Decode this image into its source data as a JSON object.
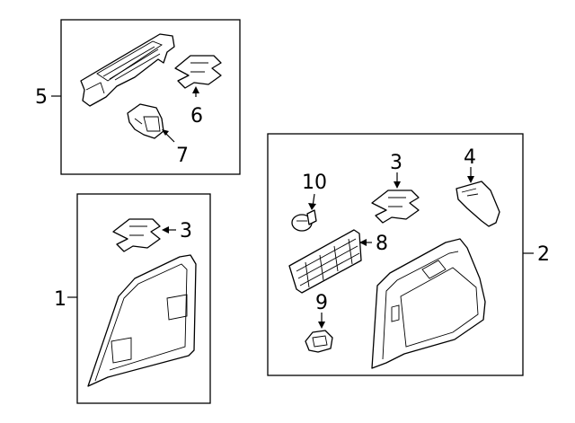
{
  "diagram": {
    "callouts": {
      "c1": "1",
      "c2": "2",
      "c3a": "3",
      "c3b": "3",
      "c4": "4",
      "c5": "5",
      "c6": "6",
      "c7": "7",
      "c8": "8",
      "c9": "9",
      "c10": "10"
    }
  }
}
